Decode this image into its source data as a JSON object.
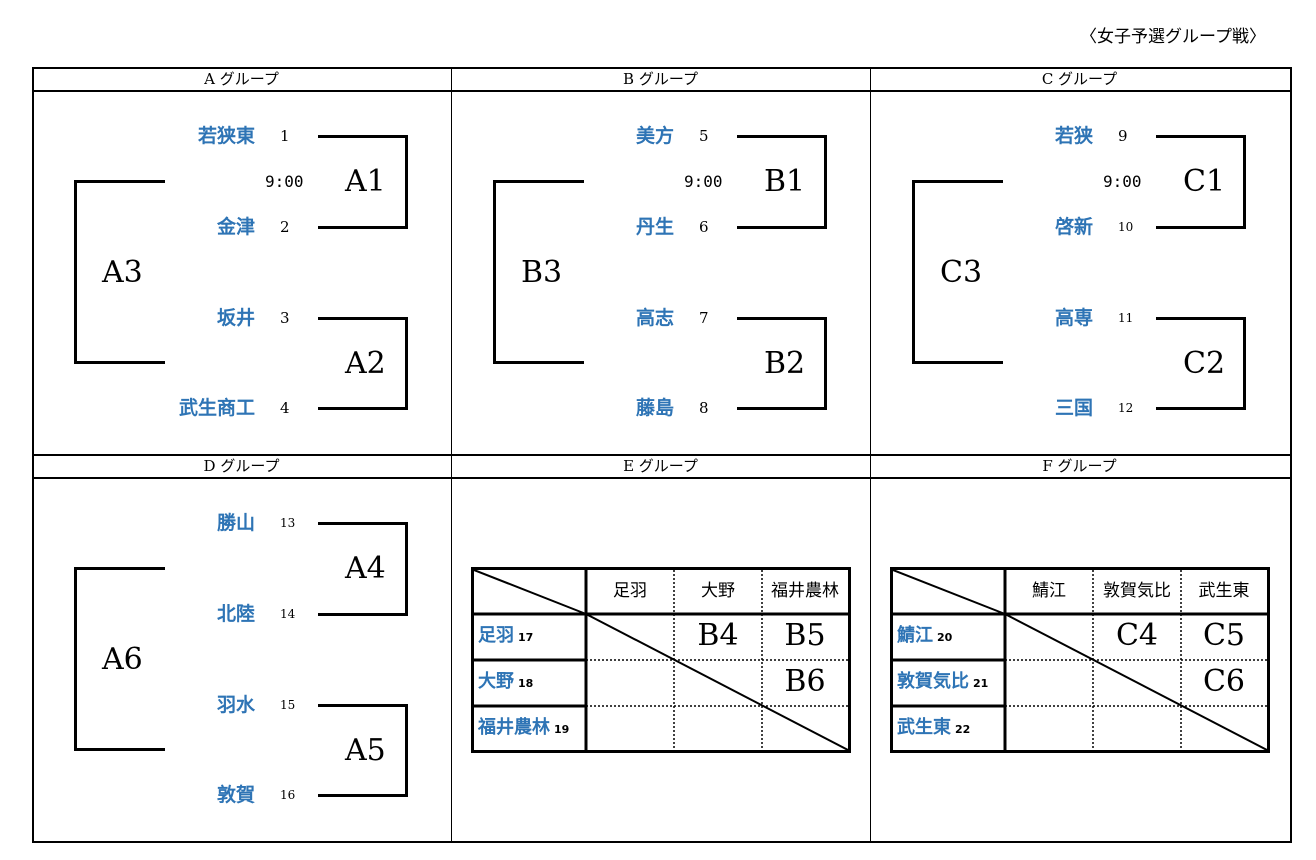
{
  "caption": "〈女子予選グループ戦〉",
  "groups": {
    "A": {
      "title": "A グループ"
    },
    "B": {
      "title": "B グループ"
    },
    "C": {
      "title": "C グループ"
    },
    "D": {
      "title": "D グループ"
    },
    "E": {
      "title": "E グループ"
    },
    "F": {
      "title": "F グループ"
    }
  },
  "brackets": {
    "A": {
      "teams": [
        {
          "name": "若狭東",
          "no": "1"
        },
        {
          "name": "金津",
          "no": "2"
        },
        {
          "name": "坂井",
          "no": "3"
        },
        {
          "name": "武生商工",
          "no": "4"
        }
      ],
      "m1": "A1",
      "m2": "A2",
      "final": "A3",
      "time": "9:00"
    },
    "B": {
      "teams": [
        {
          "name": "美方",
          "no": "5"
        },
        {
          "name": "丹生",
          "no": "6"
        },
        {
          "name": "高志",
          "no": "7"
        },
        {
          "name": "藤島",
          "no": "8"
        }
      ],
      "m1": "B1",
      "m2": "B2",
      "final": "B3",
      "time": "9:00"
    },
    "C": {
      "teams": [
        {
          "name": "若狭",
          "no": "9"
        },
        {
          "name": "啓新",
          "no": "10"
        },
        {
          "name": "高専",
          "no": "11"
        },
        {
          "name": "三国",
          "no": "12"
        }
      ],
      "m1": "C1",
      "m2": "C2",
      "final": "C3",
      "time": "9:00"
    },
    "D": {
      "teams": [
        {
          "name": "勝山",
          "no": "13"
        },
        {
          "name": "北陸",
          "no": "14"
        },
        {
          "name": "羽水",
          "no": "15"
        },
        {
          "name": "敦賀",
          "no": "16"
        }
      ],
      "m1": "A4",
      "m2": "A5",
      "final": "A6"
    }
  },
  "leagues": {
    "E": {
      "headers": [
        "足羽",
        "大野",
        "福井農林"
      ],
      "rows": [
        {
          "name": "足羽",
          "no": "17"
        },
        {
          "name": "大野",
          "no": "18"
        },
        {
          "name": "福井農林",
          "no": "19"
        }
      ],
      "cells": {
        "r0c1": "B4",
        "r0c2": "B5",
        "r1c2": "B6"
      }
    },
    "F": {
      "headers": [
        "鯖江",
        "敦賀気比",
        "武生東"
      ],
      "rows": [
        {
          "name": "鯖江",
          "no": "20"
        },
        {
          "name": "敦賀気比",
          "no": "21"
        },
        {
          "name": "武生東",
          "no": "22"
        }
      ],
      "cells": {
        "r0c1": "C4",
        "r0c2": "C5",
        "r1c2": "C6"
      }
    }
  }
}
